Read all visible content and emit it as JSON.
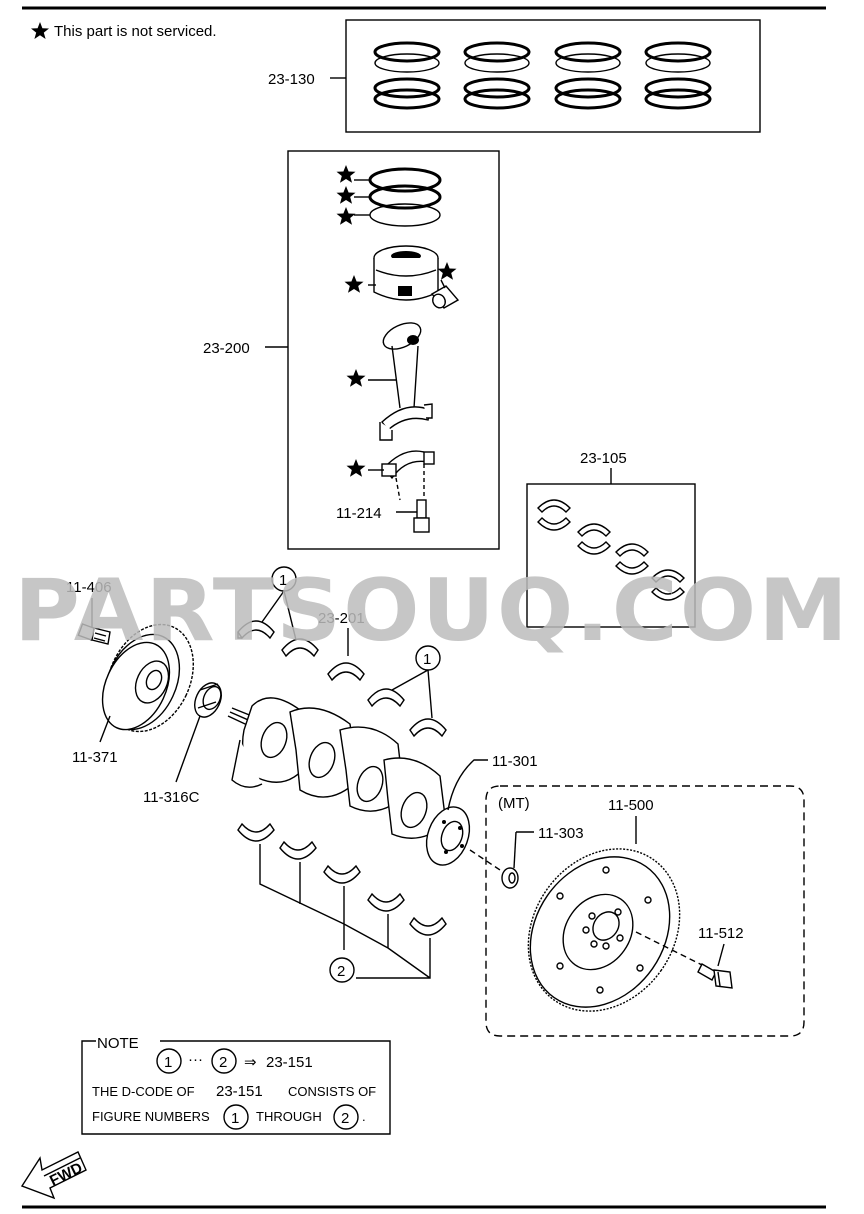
{
  "legend": {
    "star_note": "This part is not serviced."
  },
  "parts": {
    "p23_130": "23-130",
    "p23_200": "23-200",
    "p11_214": "11-214",
    "p23_105": "23-105",
    "p11_406": "11-406",
    "p23_201": "23-201",
    "p11_371": "11-371",
    "p11_316c": "11-316C",
    "p11_301": "11-301",
    "mt_label": "(MT)",
    "p11_500": "11-500",
    "p11_303": "11-303",
    "p11_512": "11-512"
  },
  "callouts": {
    "c1": "1",
    "c2": "2"
  },
  "note": {
    "heading": "NOTE",
    "range_code": "23-151",
    "line2_prefix": "THE D-CODE OF",
    "line2_code": "23-151",
    "line2_suffix": "CONSISTS OF",
    "line3_prefix": "FIGURE NUMBERS",
    "line3_mid": "THROUGH",
    "line3_end": "."
  },
  "fwd_label": "FWD",
  "watermark": "PARTSOUQ.COM"
}
